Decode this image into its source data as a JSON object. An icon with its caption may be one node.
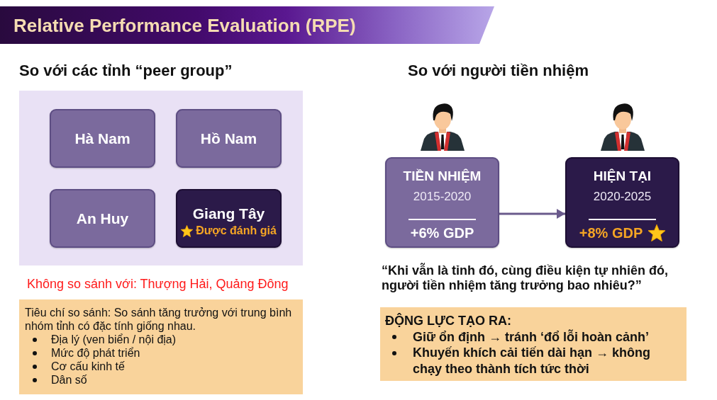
{
  "diagram": {
    "title": "Relative Performance Evaluation (RPE)",
    "nodes": [
      {
        "text": [],
        "shape": "box"
      },
      {
        "text": [
          "Hà Nam"
        ],
        "in": 0
      },
      {
        "text": [
          "Hồ Nam"
        ],
        "in": 0
      },
      {
        "text": [
          "An Huy"
        ],
        "in": 0
      },
      {
        "text": [
          "Giang Tây",
          "Được đánh giá"
        ],
        "in": 0
      },
      {
        "text": [
          "Tiêu chí so sánh: So sánh tăng trưởng với trung bình nhóm tỉnh có đặc tính giống nhau.",
          "Địa lý (ven biển / nội địa)",
          "Mức độ phát triển",
          "Cơ cấu kinh tế",
          "Dân số"
        ]
      },
      {
        "text": [
          "TIỀN NHIỆM",
          "2015-2020",
          "+6% GDP"
        ]
      },
      {
        "text": [
          "HIỆN TẠI",
          "2020-2025",
          "+8% GDP"
        ]
      },
      {
        "text": [
          "ĐỘNG LỰC TẠO RA:",
          "Giữ ổn định → tránh ‘đổ lỗi hoàn cảnh’",
          "Khuyến khích cải tiến dài hạn → không chạy theo thành tích tức thời"
        ]
      }
    ],
    "edges": [
      {
        "from": 6,
        "to": 7,
        "arrow": "to"
      }
    ],
    "labels": [
      "So với các tỉnh “peer group”",
      "So với người tiền nhiệm",
      "Không so sánh với: Thượng Hải, Quảng Đông",
      "“Khi vẫn là tỉnh đó, cùng điều kiện tự nhiên đó, người tiền nhiệm tăng trưởng bao nhiêu?”"
    ]
  }
}
